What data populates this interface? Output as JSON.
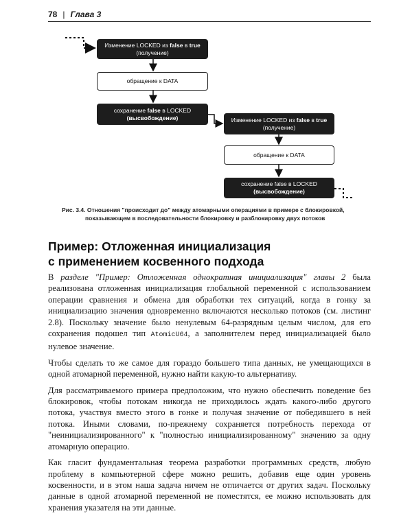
{
  "header": {
    "page_number": "78",
    "chapter": "Глава 3"
  },
  "diagram": {
    "thread1": {
      "box1": {
        "line1_a": "Изменение LOCKED ",
        "line1_b": "из",
        "line1_c": " false ",
        "line1_d": "в",
        "line1_e": " true",
        "line2": "(получение)"
      },
      "box2": {
        "line1": "обращение к DATA"
      },
      "box3": {
        "line1_a": "сохранение ",
        "line1_b": "false",
        "line1_c": " в LOCKED",
        "line2": "(высвобождение)"
      }
    },
    "thread2": {
      "box1": {
        "line1_a": "Изменение LOCKED ",
        "line1_b": "из",
        "line1_c": " false ",
        "line1_d": "в",
        "line1_e": " true",
        "line2": "(получение)"
      },
      "box2": {
        "line1": "обращение к DATA"
      },
      "box3": {
        "line1": "сохранение false в LOCKED",
        "line2": "(высвобождение)"
      }
    }
  },
  "caption": {
    "label": "Рис. 3.4.",
    "line1": " Отношения \"происходит до\" между атомарными операциями в примере с блокировкой,",
    "line2": "показывающем в последовательности блокировку и разблокировку двух потоков"
  },
  "section": {
    "title_line1": "Пример: Отложенная инициализация",
    "title_line2": "с применением косвенного подхода"
  },
  "paragraphs": {
    "p1_a": "В ",
    "p1_ref": "разделе \"Пример: Отложенная однократная инициализация\" главы 2",
    "p1_b": " была реализована отложенная инициализация глобальной переменной с использованием операции сравнения и обмена для обработки тех ситуаций, когда в гонку за инициализацию значения одновременно включаются несколько потоков (см. листинг 2.8). Поскольку значение было ненулевым 64-разрядным целым числом, для его сохранения подошел тип ",
    "p1_code": "AtomicU64",
    "p1_c": ", а заполнителем перед инициализацией было нулевое значение.",
    "p2": "Чтобы сделать то же самое для гораздо большего типа данных, не умещающихся в одной атомарной переменной, нужно найти какую-то альтернативу.",
    "p3": "Для рассматриваемого примера предположим, что нужно обеспечить поведение без блокировок, чтобы потокам никогда не приходилось ждать какого-либо другого потока, участвуя вместо этого в гонке и получая значение от победившего в ней потока. Иными словами, по-прежнему сохраняется потребность перехода от \"неинициализированного\" к \"полностью инициализированному\" значению за одну атомарную операцию.",
    "p4": "Как гласит фундаментальная теорема разработки программных средств, любую проблему в компьютерной сфере можно решить, добавив еще один уровень косвенности, и в этом наша задача ничем не отличается от других задач. Поскольку данные в одной атомарной переменной не поместятся, ее можно использовать для хранения указателя на эти данные."
  }
}
